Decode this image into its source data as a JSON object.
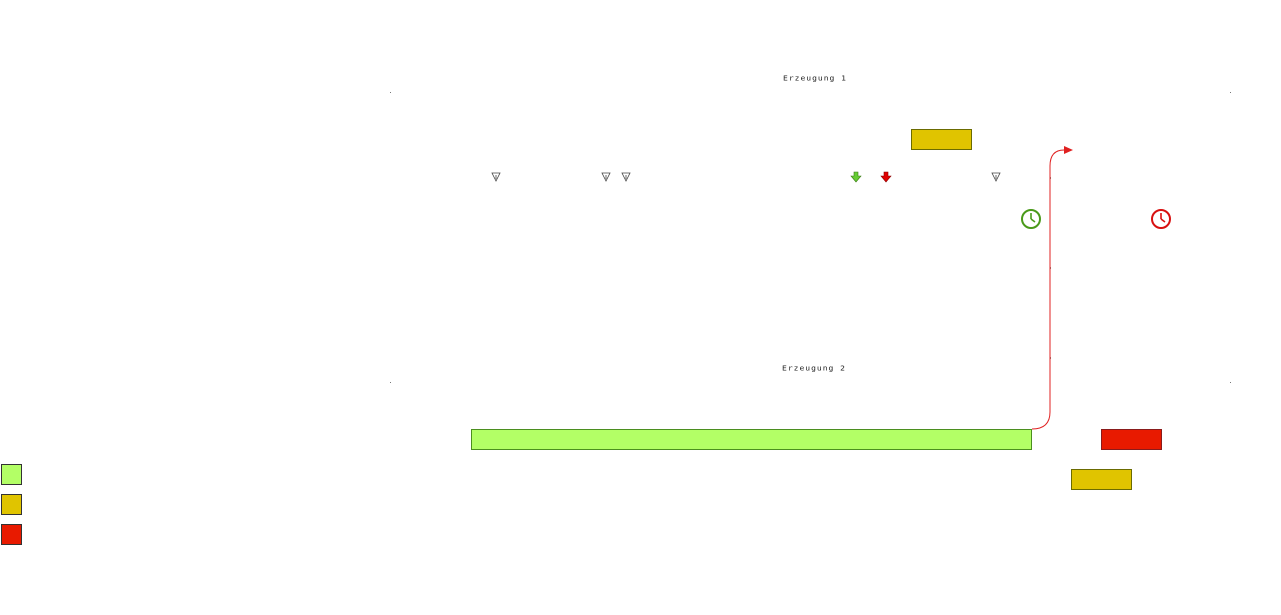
{
  "lanes": [
    {
      "label": "Erzeugung 1"
    },
    {
      "label": "Erzeugung 2"
    }
  ],
  "legend": [
    {
      "color": "#b3ff66"
    },
    {
      "color": "#e0c400"
    },
    {
      "color": "#e81a00"
    }
  ],
  "tasks": [
    {
      "lane": 1,
      "color": "#e0c400"
    },
    {
      "lane": 2,
      "color": "#b3ff66"
    },
    {
      "lane": 2,
      "color": "#e81a00"
    },
    {
      "lane": 2,
      "color": "#e0c400"
    }
  ],
  "markers": [
    {
      "icon": "outline-down-marker-icon",
      "color": "#444444"
    },
    {
      "icon": "outline-down-marker-icon",
      "color": "#444444"
    },
    {
      "icon": "outline-down-marker-icon",
      "color": "#444444"
    },
    {
      "icon": "green-down-arrow-icon",
      "color": "#66cc33"
    },
    {
      "icon": "red-down-arrow-icon",
      "color": "#e00000"
    },
    {
      "icon": "outline-down-marker-icon",
      "color": "#444444"
    }
  ],
  "clocks": [
    {
      "icon": "clock-icon",
      "color": "#4a9a1a"
    },
    {
      "icon": "clock-icon",
      "color": "#d81010"
    }
  ],
  "connector": {
    "color": "#e02020"
  }
}
